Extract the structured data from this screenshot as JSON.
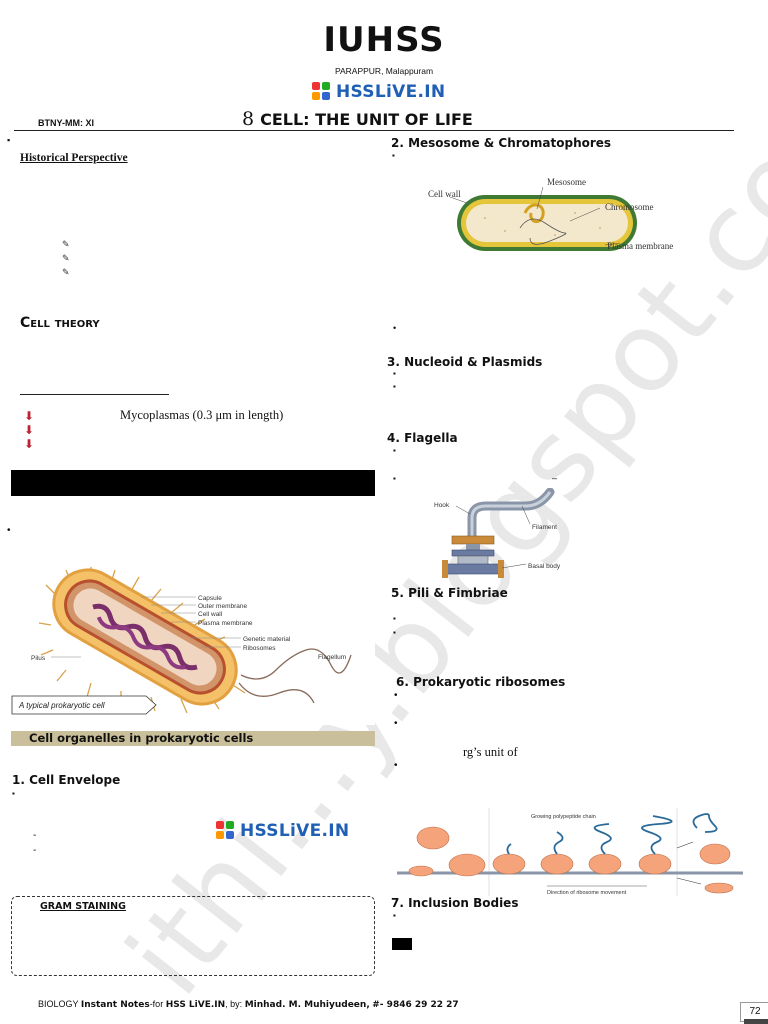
{
  "header": {
    "school": "IUHSS",
    "place": "PARAPPUR, Malappuram",
    "logo_text": "HSSLiVE.IN",
    "course": "BTNY-MM: XI",
    "chapter_number": "8",
    "chapter_title": "CELL: THE UNIT OF LIFE"
  },
  "left": {
    "historical": "Historical Perspective",
    "cell_theory": "Cell theory",
    "mycoplasma": "Mycoplasmas (0.3 μm in length)",
    "figure_caption": "A typical prokaryotic cell",
    "organelles_heading": "Cell organelles in prokaryotic cells",
    "cell_envelope": "1. Cell Envelope",
    "gram_staining": "GRAM STAINING",
    "diagram_labels": {
      "capsule": "Capsule",
      "outer": "Outer membrane",
      "wall": "Cell wall",
      "plasma": "Plasma membrane",
      "genetic": "Genetic material",
      "ribosomes": "Ribosomes",
      "flagellum": "Flagellum",
      "pilus": "Pilus"
    }
  },
  "right": {
    "mesosome": "2. Mesosome & Chromatophores",
    "nucleoid": "3. Nucleoid & Plasmids",
    "flagella": "4. Flagella",
    "pili": "5. Pili & Fimbriae",
    "ribosomes": "6. Prokaryotic ribosomes",
    "svedberg": "rg’s unit of",
    "inclusion": "7. Inclusion Bodies",
    "meso_labels": {
      "cellwall": "Cell wall",
      "mesosome": "Mesosome",
      "chromosome": "Chromosome",
      "plasma": "Plasma membrane"
    },
    "flag_labels": {
      "hook": "Hook",
      "filament": "Filament",
      "basal": "Basal body"
    },
    "ribo_labels": {
      "chain": "Growing polypeptide chain",
      "direction": "Direction of ribosome movement"
    }
  },
  "watermark": "ithi...y.blogspot.com",
  "footer": {
    "prefix": "BIOLOGY",
    "instant": "Instant Notes",
    "for_text": "-for",
    "hss": "HSS LiVE.IN",
    "by": ", by:",
    "author": "Minhad. M. Muhiyudeen,",
    "phone": "#- 9846 29 22 27",
    "page": "72"
  }
}
